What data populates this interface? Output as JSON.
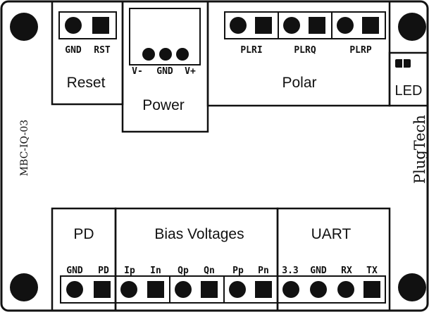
{
  "board": {
    "model": "MBC-IQ-03",
    "brand": "PlugTech"
  },
  "sections": {
    "reset": {
      "title": "Reset",
      "pins": [
        "GND",
        "RST"
      ]
    },
    "power": {
      "title": "Power",
      "pins": [
        "V-",
        "GND",
        "V+"
      ]
    },
    "polar": {
      "title": "Polar",
      "pins": [
        "PLRI",
        "PLRQ",
        "PLRP"
      ]
    },
    "led": {
      "title": "LED"
    },
    "pd": {
      "title": "PD",
      "pins": [
        "GND",
        "PD"
      ]
    },
    "bias": {
      "title": "Bias Voltages",
      "pins": [
        "Ip",
        "In",
        "Qp",
        "Qn",
        "Pp",
        "Pn"
      ]
    },
    "uart": {
      "title": "UART",
      "pins": [
        "3.3",
        "GND",
        "RX",
        "TX"
      ]
    }
  },
  "colors": {
    "ink": "#111111",
    "board": "#ffffff"
  }
}
